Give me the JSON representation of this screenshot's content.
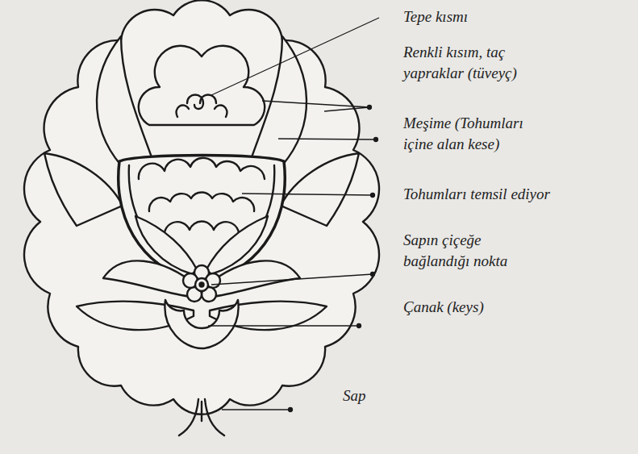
{
  "diagram": {
    "labels": [
      "Tepe kısmı",
      "Renkli kısım, taç yapraklar (tüveyç)",
      "Meşime (Tohumları içine alan kese)",
      "Tohumları temsil ediyor",
      "Sapın çiçeğe bağlandığı nokta",
      "Çanak (keys)",
      "Sap"
    ]
  }
}
